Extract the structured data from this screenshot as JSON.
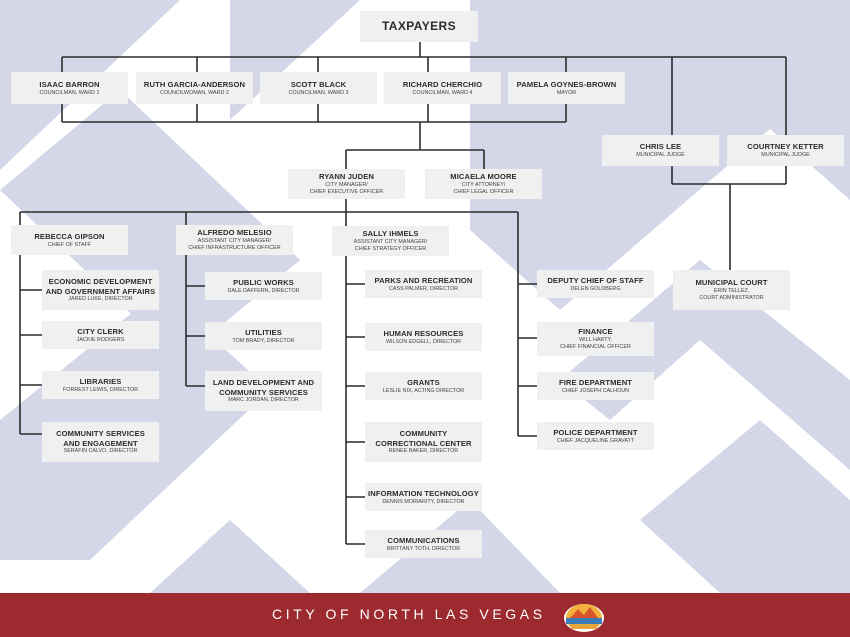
{
  "top": {
    "name": "TAXPAYERS"
  },
  "council": [
    {
      "name": "ISAAC BARRON",
      "title": "COUNCILMAN, WARD 1"
    },
    {
      "name": "RUTH GARCIA-ANDERSON",
      "title": "COUNCILWOMAN, WARD 2"
    },
    {
      "name": "SCOTT BLACK",
      "title": "COUNCILMAN, WARD 3"
    },
    {
      "name": "RICHARD CHERCHIO",
      "title": "COUNCILMAN, WARD 4"
    },
    {
      "name": "PAMELA GOYNES-BROWN",
      "title": "MAYOR"
    }
  ],
  "judges": [
    {
      "name": "CHRIS LEE",
      "title": "MUNICIPAL JUDGE"
    },
    {
      "name": "COURTNEY KETTER",
      "title": "MUNICIPAL JUDGE"
    }
  ],
  "manager": {
    "name": "RYANN JUDEN",
    "title1": "CITY MANAGER/",
    "title2": "CHIEF EXECUTIVE OFFICER"
  },
  "attorney": {
    "name": "MICAELA MOORE",
    "title1": "CITY ATTORNEY/",
    "title2": "CHIEF LEGAL OFFICER"
  },
  "chief_of_staff": {
    "name": "REBECCA GIPSON",
    "title": "CHIEF OF STAFF",
    "reports": [
      {
        "name1": "ECONOMIC DEVELOPMENT",
        "name2": "AND GOVERNMENT AFFAIRS",
        "title": "JARED LUKE, DIRECTOR"
      },
      {
        "name1": "CITY CLERK",
        "name2": "",
        "title": "JACKIE RODGERS"
      },
      {
        "name1": "LIBRARIES",
        "name2": "",
        "title": "FORREST LEWIS, DIRECTOR"
      },
      {
        "name1": "COMMUNITY SERVICES",
        "name2": "AND ENGAGEMENT",
        "title": "SERAFIN CALVO, DIRECTOR"
      }
    ]
  },
  "acm1": {
    "name": "ALFREDO MELESIO",
    "title1": "ASSISTANT CITY MANAGER/",
    "title2": "CHIEF INFRASTRUCTURE OFFICER",
    "reports": [
      {
        "name1": "PUBLIC WORKS",
        "name2": "",
        "title": "DALE DAFFERN, DIRECTOR"
      },
      {
        "name1": "UTILITIES",
        "name2": "",
        "title": "TOM BRADY, DIRECTOR"
      },
      {
        "name1": "LAND DEVELOPMENT AND",
        "name2": "COMMUNITY SERVICES",
        "title": "MARC JORDAN, DIRECTOR"
      }
    ]
  },
  "acm2": {
    "name": "SALLY IHMELS",
    "title1": "ASSISTANT CITY MANAGER/",
    "title2": "CHIEF STRATEGY OFFICER",
    "reports": [
      {
        "name1": "PARKS AND RECREATION",
        "name2": "",
        "title": "CASS PALMER, DIRECTOR"
      },
      {
        "name1": "HUMAN RESOURCES",
        "name2": "",
        "title": "WILSON EDGELL, DIRECTOR"
      },
      {
        "name1": "GRANTS",
        "name2": "",
        "title": "LESLIE NIX, ACTING DIRECTOR"
      },
      {
        "name1": "COMMUNITY",
        "name2": "CORRECTIONAL CENTER",
        "title": "RENEE BAKER, DIRECTOR"
      },
      {
        "name1": "INFORMATION TECHNOLOGY",
        "name2": "",
        "title": "DENNIS MORIARITY, DIRECTOR"
      },
      {
        "name1": "COMMUNICATIONS",
        "name2": "",
        "title": "BRITTANY TOTH, DIRECTOR"
      }
    ]
  },
  "manager_direct": [
    {
      "name1": "DEPUTY CHIEF OF STAFF",
      "title1": "DELEN GOLDBERG",
      "title2": ""
    },
    {
      "name1": "FINANCE",
      "title1": "WILL HARTY,",
      "title2": "CHIEF FINANCIAL OFFICER"
    },
    {
      "name1": "FIRE DEPARTMENT",
      "title1": "CHIEF JOSEPH CALHOUN",
      "title2": ""
    },
    {
      "name1": "POLICE DEPARTMENT",
      "title1": "CHIEF JACQUELINE GRAVATT",
      "title2": ""
    }
  ],
  "court": {
    "name": "MUNICIPAL COURT",
    "title1": "ERIN TELLEZ,",
    "title2": "COURT ADMINISTRATOR"
  },
  "footer": {
    "text": "CITY OF NORTH LAS VEGAS"
  },
  "colors": {
    "footer": "#9c2a2f",
    "box": "#f0f0f0",
    "lines": "#2b2b2b",
    "bg_shapes": "#cfd4e6"
  }
}
